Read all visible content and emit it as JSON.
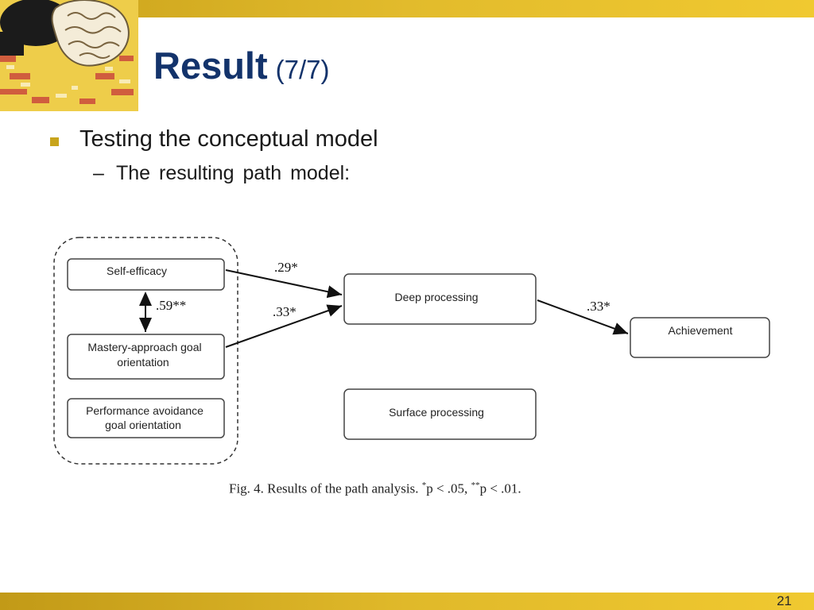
{
  "slide": {
    "title": "Result",
    "title_suffix": "(7/7)",
    "bullet_text": "Testing the conceptual model",
    "sub_dash": "–",
    "sub_text": "The resulting path model:",
    "page_number": "21",
    "accent_color": "#c8a41c",
    "title_color": "#13336b"
  },
  "diagram": {
    "nodes": {
      "self_efficacy": "Self-efficacy",
      "mastery_line1": "Mastery-approach goal",
      "mastery_line2": "orientation",
      "perf_line1": "Performance avoidance",
      "perf_line2": "goal orientation",
      "deep": "Deep processing",
      "surface": "Surface processing",
      "achievement": "Achievement"
    },
    "paths": {
      "selfeff_to_deep": ".29*",
      "mastery_to_deep": ".33*",
      "correlation": ".59**",
      "deep_to_achievement": ".33*"
    },
    "caption": {
      "prefix": "Fig. 4.  Results of the path analysis.",
      "sig1_mark": "*",
      "sig1_text": "p < .05,",
      "sig2_mark": "**",
      "sig2_text": "p < .01."
    }
  }
}
